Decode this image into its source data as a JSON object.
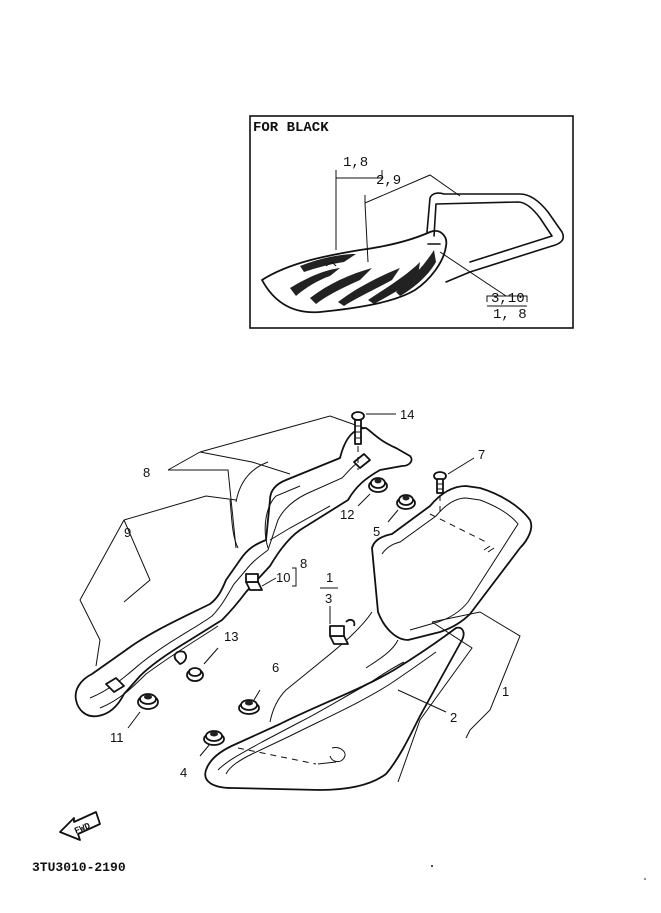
{
  "inset": {
    "title": "FOR BLACK",
    "callouts": [
      {
        "id": "inset-1-8",
        "text": "1,8"
      },
      {
        "id": "inset-2-9",
        "text": "2,9"
      },
      {
        "id": "inset-3-10",
        "text": "3,10"
      },
      {
        "id": "inset-1-8-b",
        "text": "1, 8"
      }
    ]
  },
  "callouts": {
    "c1": "1",
    "c2": "2",
    "c3": "3",
    "c4": "4",
    "c5": "5",
    "c6": "6",
    "c7": "7",
    "c8": "8",
    "c8b": "8",
    "c9": "9",
    "c10": "10",
    "c11": "11",
    "c12": "12",
    "c13": "13",
    "c14": "14",
    "c1b": "1"
  },
  "fwd_badge": "FWD",
  "part_number": "3TU3010-2190"
}
